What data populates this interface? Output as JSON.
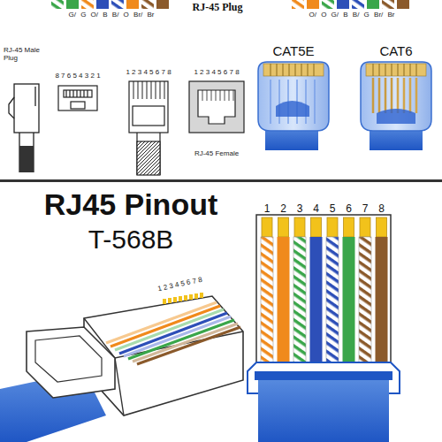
{
  "diagram": {
    "title": "RJ45 Pinout",
    "labels": [
      "RJ-45 Plug",
      "G/ G O/ B B/ O Br/ Br",
      "O/ O G/ B B/ G Br/ Br",
      "RJ-45 Male Plug",
      "8 7 6 5 4 3 2 1",
      "1 2 3 4 5 6 7 8",
      "1 2 3 4 5 6 7 8",
      "RJ-45 Female",
      "CAT5E",
      "CAT6",
      "T-568B",
      "1",
      "2",
      "3",
      "4",
      "5",
      "6",
      "7",
      "8",
      "1 2 3 4 5 6 7 8"
    ]
  }
}
